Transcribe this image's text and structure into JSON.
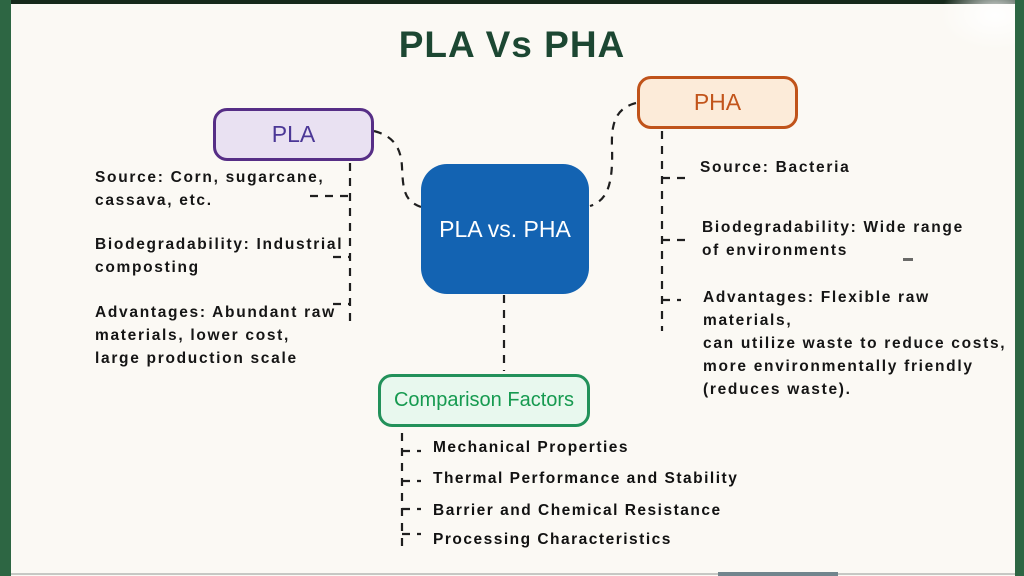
{
  "title": "PLA Vs PHA",
  "diagram": {
    "pla_node": "PLA",
    "pha_node": "PHA",
    "center_node": "PLA vs. PHA",
    "comparison_node": "Comparison Factors"
  },
  "pla_facts": {
    "source": "Source: Corn, sugarcane,\ncassava, etc.",
    "biodegradability": "Biodegradability: Industrial\ncomposting",
    "advantages": "Advantages: Abundant raw\nmaterials, lower cost,\nlarge production scale"
  },
  "pha_facts": {
    "source": "Source: Bacteria",
    "biodegradability": "Biodegradability: Wide range\nof environments",
    "advantages": "Advantages: Flexible raw materials,\ncan utilize waste to reduce costs,\nmore environmentally friendly\n(reduces waste)."
  },
  "comparison_factors": [
    "Mechanical Properties",
    "Thermal Performance and Stability",
    "Barrier and Chemical Resistance",
    "Processing Characteristics"
  ],
  "colors": {
    "frame_green": "#2d6643",
    "frame_top": "#16291b",
    "title_green": "#1c4732",
    "pla_border": "#562e86",
    "pla_fill": "#e9e1f2",
    "pla_text": "#4b3796",
    "pha_border": "#c0531a",
    "pha_fill": "#fcebd9",
    "pha_text": "#c2541b",
    "center_fill": "#1363b2",
    "center_text": "#ffffff",
    "comparison_border": "#22915a",
    "comparison_fill": "#e8f8ee",
    "comparison_text": "#169a50",
    "connector": "#1f1f1f",
    "annotation_text": "#151515"
  }
}
